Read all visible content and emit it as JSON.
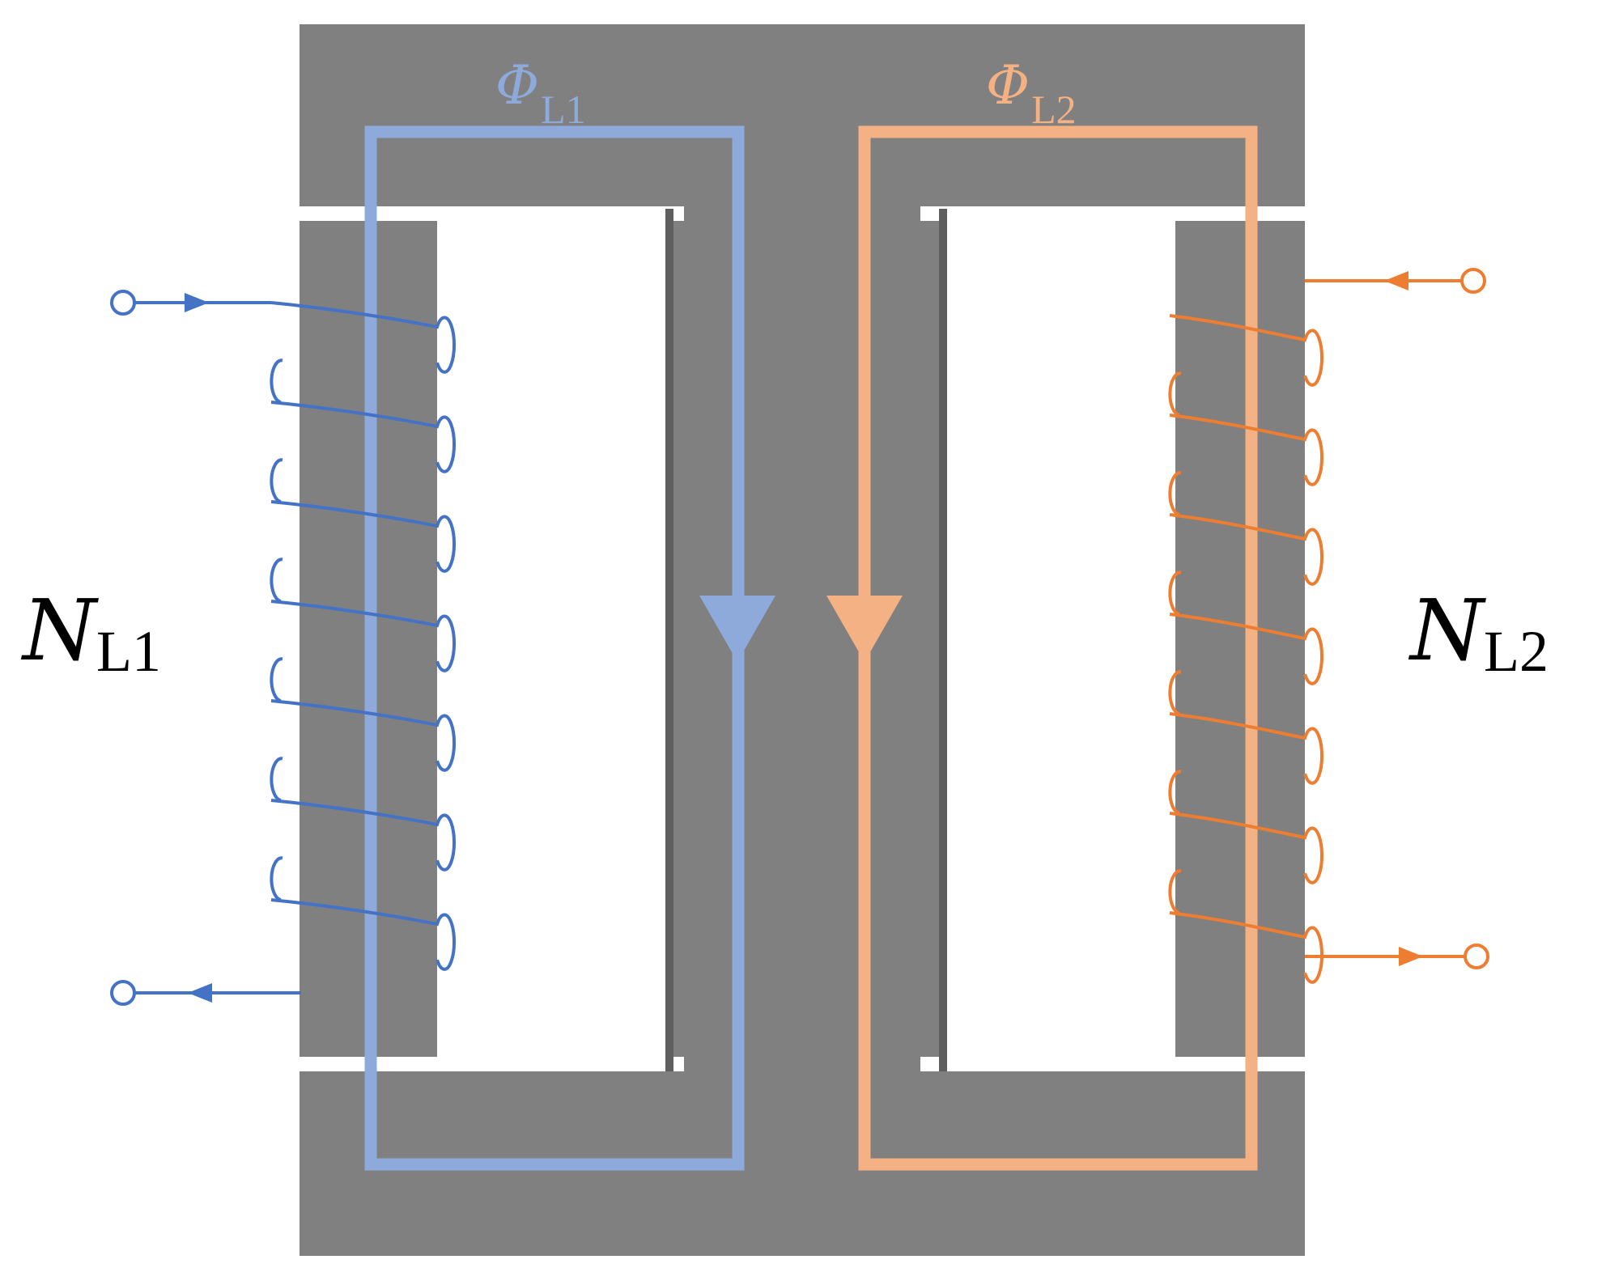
{
  "colors": {
    "core": "#808080",
    "core_edge": "#5f5f5f",
    "window": "#ffffff",
    "coil1": "#4472c4",
    "flux1": "#8eaadb",
    "coil2": "#ed7d31",
    "flux2": "#f4b183",
    "text": "#000000"
  },
  "labels": {
    "winding1": {
      "symbol": "N",
      "subscript": "L1"
    },
    "winding2": {
      "symbol": "N",
      "subscript": "L2"
    },
    "flux1": {
      "symbol": "Φ",
      "subscript": "L1"
    },
    "flux2": {
      "symbol": "Φ",
      "subscript": "L2"
    }
  },
  "icons": {
    "terminal": "terminal-circle-icon",
    "current_arrow": "arrow-head-icon",
    "flux_arrow": "flux-arrow-icon"
  }
}
